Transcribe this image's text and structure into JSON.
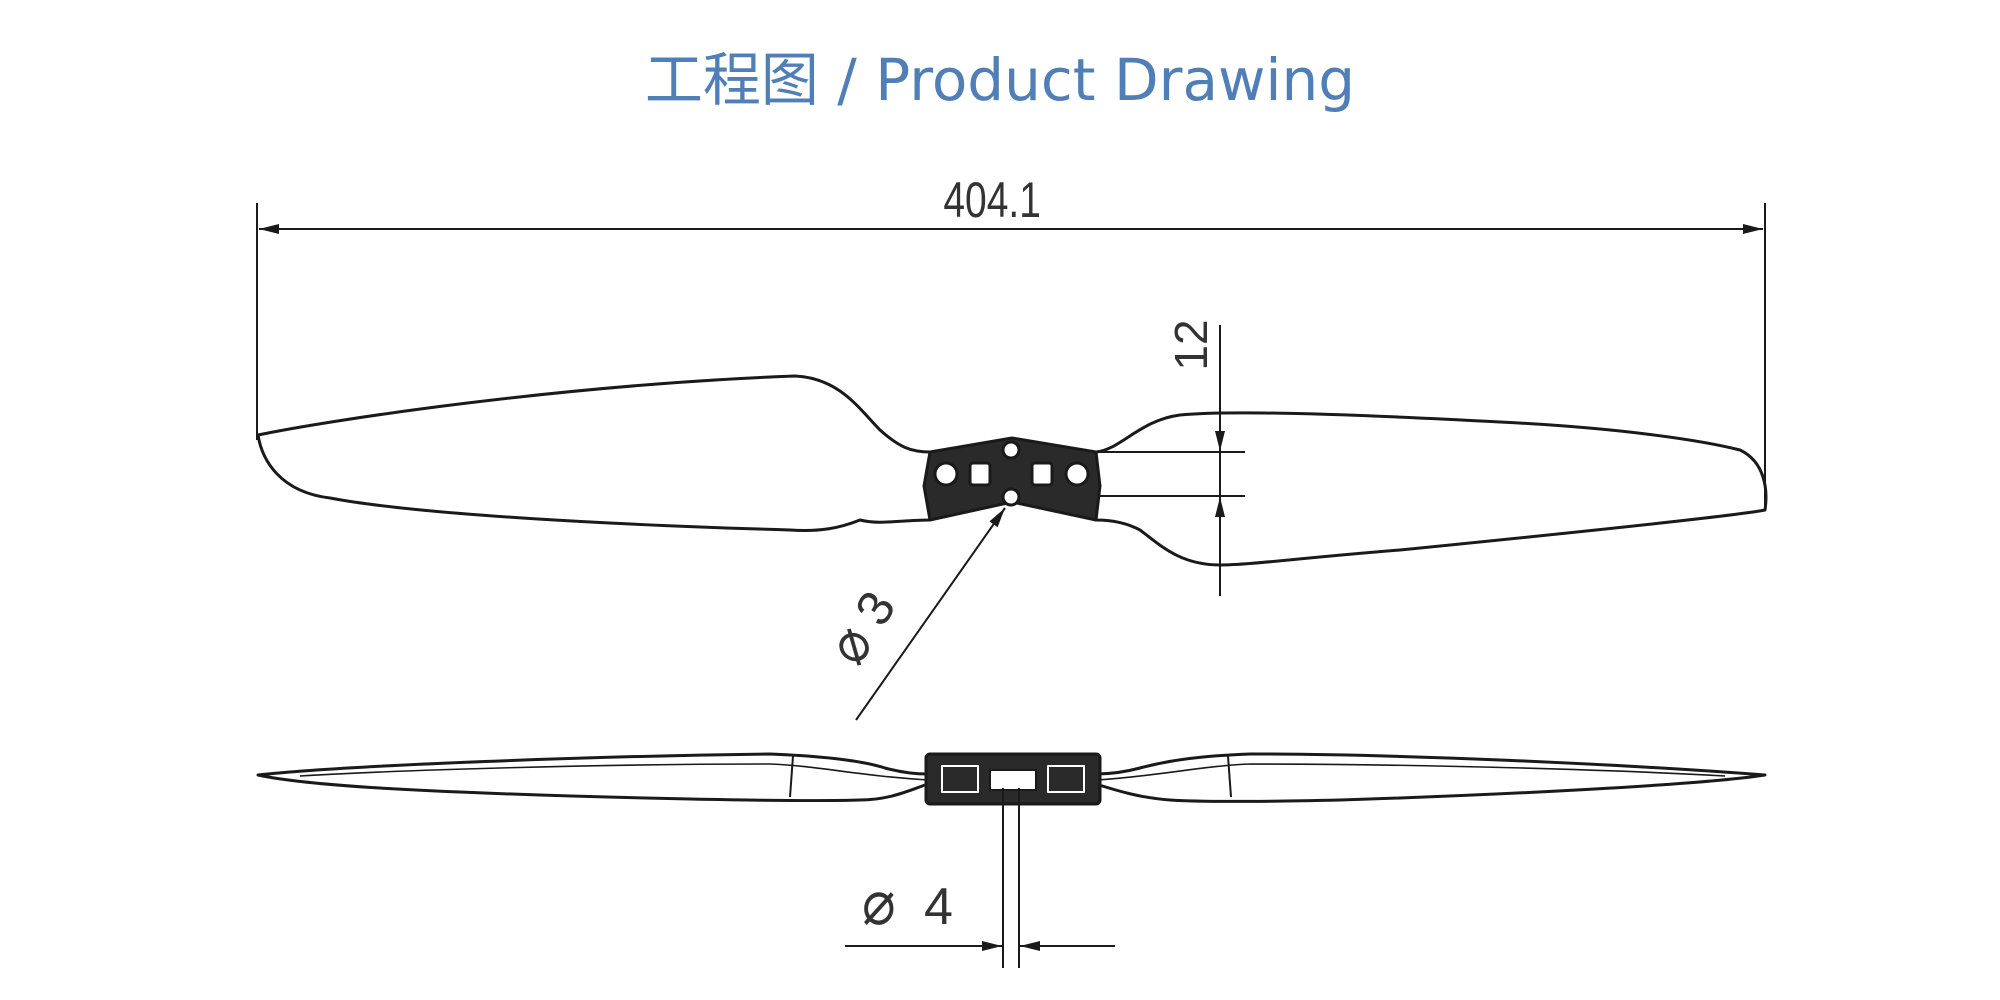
{
  "title": "工程图 / Product Drawing",
  "colors": {
    "title": "#4f7fb6",
    "line": "#1a1a1a"
  },
  "dimensions": {
    "overall_length": "404.1",
    "hub_height": "12",
    "mount_hole_diameter": "3",
    "shaft_hole_diameter": "4"
  },
  "symbols": {
    "diameter": "⌀"
  }
}
